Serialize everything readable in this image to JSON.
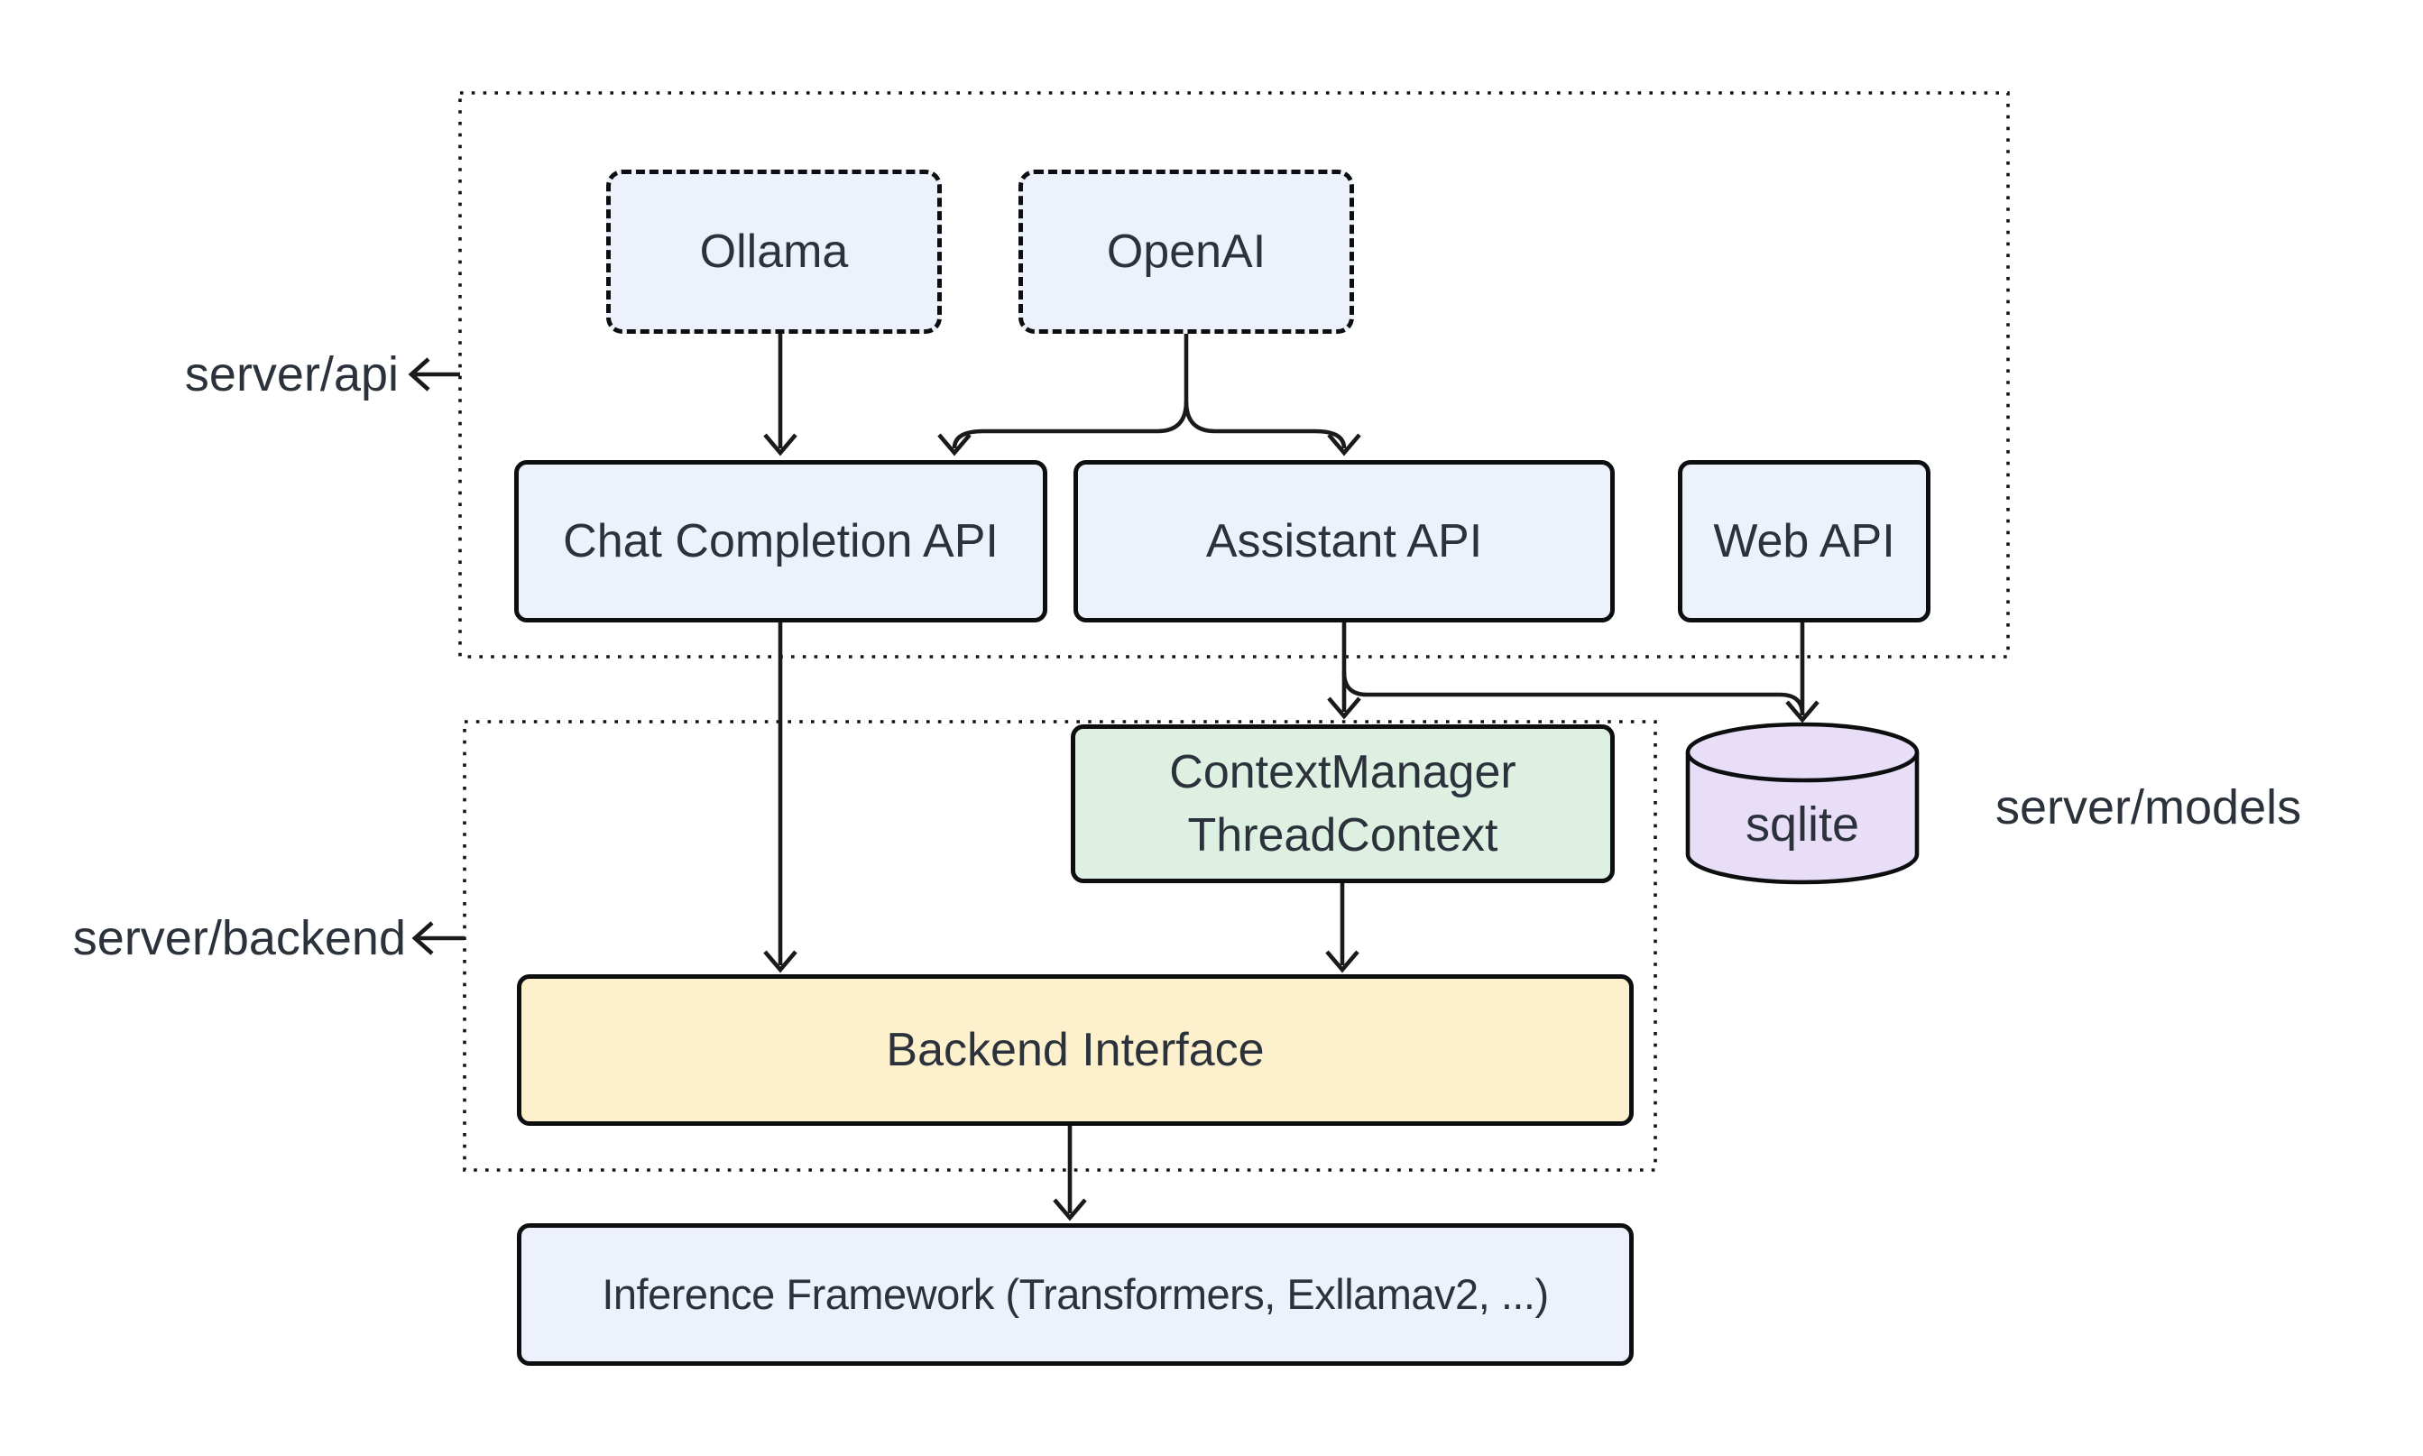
{
  "diagram": {
    "type": "flowchart",
    "background": "#ffffff",
    "groups": {
      "api": {
        "label": "server/api"
      },
      "backend": {
        "label": "server/backend"
      },
      "models": {
        "label": "server/models"
      }
    },
    "nodes": {
      "ollama": {
        "label": "Ollama",
        "fill": "#edf1fb",
        "border_style": "dashed"
      },
      "openai": {
        "label": "OpenAI",
        "fill": "#edf1fb",
        "border_style": "dashed"
      },
      "chat_completion_api": {
        "label": "Chat Completion API",
        "fill": "#edf1fb",
        "border_style": "solid"
      },
      "assistant_api": {
        "label": "Assistant API",
        "fill": "#edf1fb",
        "border_style": "solid"
      },
      "web_api": {
        "label": "Web API",
        "fill": "#edf1fb",
        "border_style": "solid"
      },
      "context_manager": {
        "label_line1": "ContextManager",
        "label_line2": "ThreadContext",
        "fill": "#def0e1",
        "border_style": "solid"
      },
      "sqlite": {
        "label": "sqlite",
        "fill": "#e8def7",
        "shape": "cylinder"
      },
      "backend_interface": {
        "label": "Backend Interface",
        "fill": "#fdf0cd",
        "border_style": "solid"
      },
      "inference_framework": {
        "label": "Inference Framework (Transformers, Exllamav2, ...)",
        "fill": "#edf1fb",
        "border_style": "solid"
      }
    },
    "edges": [
      {
        "from": "ollama",
        "to": "chat_completion_api"
      },
      {
        "from": "openai",
        "to": "chat_completion_api"
      },
      {
        "from": "openai",
        "to": "assistant_api"
      },
      {
        "from": "chat_completion_api",
        "to": "backend_interface"
      },
      {
        "from": "assistant_api",
        "to": "context_manager"
      },
      {
        "from": "assistant_api",
        "to": "sqlite"
      },
      {
        "from": "web_api",
        "to": "sqlite"
      },
      {
        "from": "context_manager",
        "to": "backend_interface"
      },
      {
        "from": "backend_interface",
        "to": "inference_framework"
      }
    ],
    "colors": {
      "border": "#0d0e10",
      "arrow": "#1a1a1a",
      "text": "#2b323b",
      "node_blue": "#edf1fb",
      "node_green": "#def0e1",
      "node_yellow": "#fdf0cd",
      "node_purple": "#e8def7"
    }
  }
}
